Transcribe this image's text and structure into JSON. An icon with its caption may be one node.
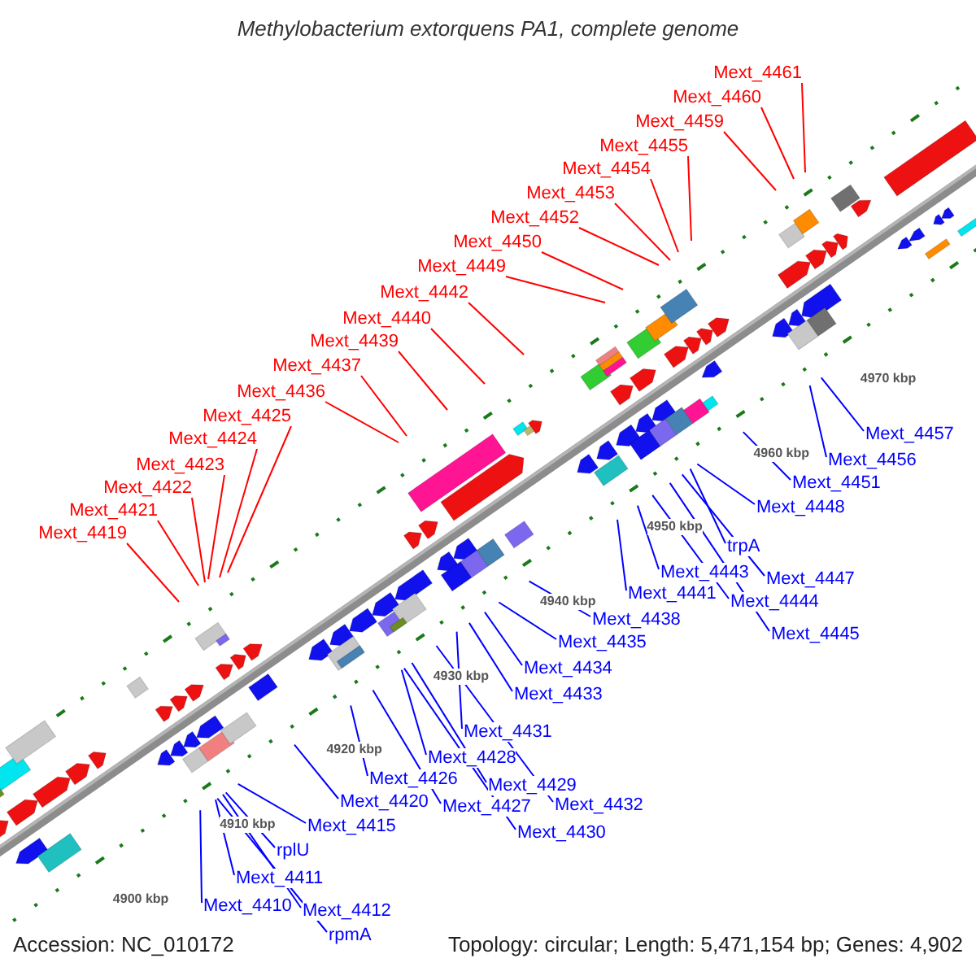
{
  "diagram": {
    "title": "Methylobacterium extorquens PA1, complete genome",
    "nodes": [
      {
        "text": [
          "Mext_4461"
        ]
      },
      {
        "text": [
          "Mext_4460"
        ]
      },
      {
        "text": [
          "Mext_4459"
        ]
      },
      {
        "text": [
          "Mext_4455"
        ]
      },
      {
        "text": [
          "Mext_4454"
        ]
      },
      {
        "text": [
          "Mext_4453"
        ]
      },
      {
        "text": [
          "Mext_4452"
        ]
      },
      {
        "text": [
          "Mext_4450"
        ]
      },
      {
        "text": [
          "Mext_4449"
        ]
      },
      {
        "text": [
          "Mext_4442"
        ]
      },
      {
        "text": [
          "Mext_4440"
        ]
      },
      {
        "text": [
          "Mext_4439"
        ]
      },
      {
        "text": [
          "Mext_4437"
        ]
      },
      {
        "text": [
          "Mext_4436"
        ]
      },
      {
        "text": [
          "Mext_4425"
        ]
      },
      {
        "text": [
          "Mext_4424"
        ]
      },
      {
        "text": [
          "Mext_4423"
        ]
      },
      {
        "text": [
          "Mext_4422"
        ]
      },
      {
        "text": [
          "Mext_4421"
        ]
      },
      {
        "text": [
          "Mext_4419"
        ]
      },
      {
        "text": [
          "Mext_4457"
        ]
      },
      {
        "text": [
          "Mext_4456"
        ]
      },
      {
        "text": [
          "Mext_4451"
        ]
      },
      {
        "text": [
          "Mext_4448"
        ]
      },
      {
        "text": [
          "trpA"
        ]
      },
      {
        "text": [
          "Mext_4443"
        ]
      },
      {
        "text": [
          "Mext_4447"
        ]
      },
      {
        "text": [
          "Mext_4441"
        ]
      },
      {
        "text": [
          "Mext_4444"
        ]
      },
      {
        "text": [
          "Mext_4438"
        ]
      },
      {
        "text": [
          "Mext_4445"
        ]
      },
      {
        "text": [
          "Mext_4435"
        ]
      },
      {
        "text": [
          "Mext_4434"
        ]
      },
      {
        "text": [
          "Mext_4433"
        ]
      },
      {
        "text": [
          "Mext_4431"
        ]
      },
      {
        "text": [
          "Mext_4428"
        ]
      },
      {
        "text": [
          "Mext_4426"
        ]
      },
      {
        "text": [
          "Mext_4429"
        ]
      },
      {
        "text": [
          "Mext_4420"
        ]
      },
      {
        "text": [
          "Mext_4432"
        ]
      },
      {
        "text": [
          "Mext_4427"
        ]
      },
      {
        "text": [
          "Mext_4415"
        ]
      },
      {
        "text": [
          "Mext_4430"
        ]
      },
      {
        "text": [
          "rplU"
        ]
      },
      {
        "text": [
          "Mext_4411"
        ]
      },
      {
        "text": [
          "Mext_4410"
        ]
      },
      {
        "text": [
          "Mext_4412"
        ]
      },
      {
        "text": [
          "rpmA"
        ]
      }
    ],
    "edges": [
      {
        "from": 0,
        "to": null,
        "arrow": "none",
        "color": "#ff0000"
      },
      {
        "from": 1,
        "to": null,
        "arrow": "none",
        "color": "#ff0000"
      },
      {
        "from": 2,
        "to": null,
        "arrow": "none",
        "color": "#ff0000"
      },
      {
        "from": 3,
        "to": null,
        "arrow": "none",
        "color": "#ff0000"
      },
      {
        "from": 4,
        "to": null,
        "arrow": "none",
        "color": "#ff0000"
      },
      {
        "from": 5,
        "to": null,
        "arrow": "none",
        "color": "#ff0000"
      },
      {
        "from": 6,
        "to": null,
        "arrow": "none",
        "color": "#ff0000"
      },
      {
        "from": 7,
        "to": null,
        "arrow": "none",
        "color": "#ff0000"
      },
      {
        "from": 8,
        "to": null,
        "arrow": "none",
        "color": "#ff0000"
      },
      {
        "from": 9,
        "to": null,
        "arrow": "none",
        "color": "#ff0000"
      },
      {
        "from": 10,
        "to": null,
        "arrow": "none",
        "color": "#ff0000"
      },
      {
        "from": 11,
        "to": null,
        "arrow": "none",
        "color": "#ff0000"
      },
      {
        "from": 12,
        "to": null,
        "arrow": "none",
        "color": "#ff0000"
      },
      {
        "from": 13,
        "to": null,
        "arrow": "none",
        "color": "#ff0000"
      },
      {
        "from": 14,
        "to": null,
        "arrow": "none",
        "color": "#ff0000"
      },
      {
        "from": 15,
        "to": null,
        "arrow": "none",
        "color": "#ff0000"
      },
      {
        "from": 16,
        "to": null,
        "arrow": "none",
        "color": "#ff0000"
      },
      {
        "from": 17,
        "to": null,
        "arrow": "none",
        "color": "#ff0000"
      },
      {
        "from": 18,
        "to": null,
        "arrow": "none",
        "color": "#ff0000"
      },
      {
        "from": 19,
        "to": null,
        "arrow": "none",
        "color": "#ff0000"
      },
      {
        "from": 20,
        "to": null,
        "arrow": "none"
      },
      {
        "from": 21,
        "to": null,
        "arrow": "none"
      },
      {
        "from": 22,
        "to": null,
        "arrow": "none"
      },
      {
        "from": 23,
        "to": null,
        "arrow": "none"
      },
      {
        "from": 24,
        "to": null,
        "arrow": "none"
      },
      {
        "from": 25,
        "to": null,
        "arrow": "none"
      },
      {
        "from": 26,
        "to": null,
        "arrow": "none"
      },
      {
        "from": 27,
        "to": null,
        "arrow": "none"
      },
      {
        "from": 28,
        "to": null,
        "arrow": "none"
      },
      {
        "from": 29,
        "to": null,
        "arrow": "none"
      },
      {
        "from": 30,
        "to": null,
        "arrow": "none"
      },
      {
        "from": 31,
        "to": null,
        "arrow": "none"
      },
      {
        "from": 32,
        "to": null,
        "arrow": "none"
      },
      {
        "from": 33,
        "to": null,
        "arrow": "none"
      },
      {
        "from": 34,
        "to": null,
        "arrow": "none"
      },
      {
        "from": 35,
        "to": null,
        "arrow": "none"
      },
      {
        "from": 36,
        "to": null,
        "arrow": "none"
      },
      {
        "from": 37,
        "to": null,
        "arrow": "none"
      },
      {
        "from": 38,
        "to": null,
        "arrow": "none"
      },
      {
        "from": 39,
        "to": null,
        "arrow": "none"
      },
      {
        "from": 40,
        "to": null,
        "arrow": "none"
      },
      {
        "from": 41,
        "to": null,
        "arrow": "none"
      },
      {
        "from": 42,
        "to": null,
        "arrow": "none"
      },
      {
        "from": 43,
        "to": null,
        "arrow": "none"
      },
      {
        "from": 44,
        "to": null,
        "arrow": "none"
      },
      {
        "from": 45,
        "to": null,
        "arrow": "none"
      },
      {
        "from": 46,
        "to": null,
        "arrow": "none"
      },
      {
        "from": 47,
        "to": null,
        "arrow": "none"
      }
    ],
    "labels": [
      "4900 kbp",
      "4910 kbp",
      "4920 kbp",
      "4930 kbp",
      "4940 kbp",
      "4950 kbp",
      "4960 kbp",
      "4970 kbp",
      "Accession: NC_010172",
      "Topology: circular; Length: 5,471,154 bp; Genes: 4,902"
    ]
  }
}
